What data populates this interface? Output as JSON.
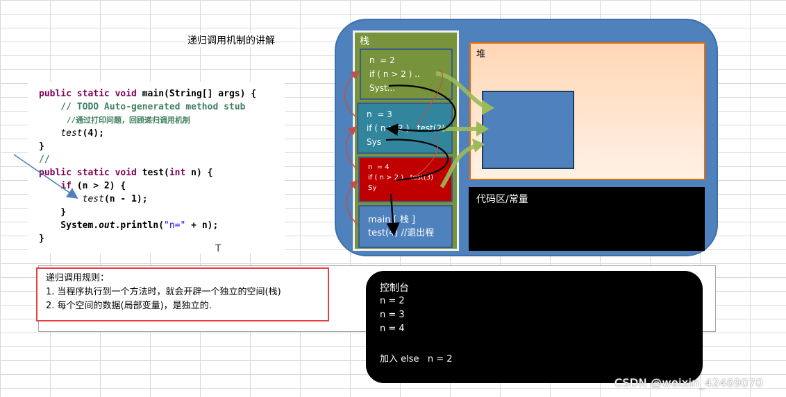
{
  "title": "递归调用机制的讲解",
  "code": {
    "lines": [
      [
        "public static void main(String[] args) {"
      ],
      [
        "    // TODO Auto-generated method stub"
      ],
      [
        "    //通过打印问题，回顾递归调用机制"
      ],
      [
        "    test(4);"
      ],
      [
        "}"
      ],
      [
        "//"
      ],
      [
        "public static void test(int n) {"
      ],
      [
        "    if (n > 2) {"
      ],
      [
        "        test(n - 1);"
      ],
      [
        "    }"
      ],
      [
        "    System.out.println(\"n=\" + n);"
      ],
      [
        "}"
      ]
    ],
    "cursor": "T"
  },
  "stack": {
    "label": "栈",
    "frames": [
      {
        "lines": [
          "n  = 2",
          "if ( n > 2 ) ..",
          "Syst..."
        ],
        "color": "#77933c"
      },
      {
        "lines": [
          "n  = 3",
          "if ( n > 2 ) ..test(2)",
          "Sys"
        ],
        "color": "#31859c"
      },
      {
        "lines": [
          "n  = 4",
          "if ( n > 2 ) ..test(3)",
          "Sy"
        ],
        "color": "#c00000"
      },
      {
        "lines": [
          "main [ 栈 ]",
          "test(4) //退出程"
        ],
        "color": "#4f81bd"
      }
    ]
  },
  "heap": {
    "label": "堆"
  },
  "code_area": {
    "label": "代码区/常量"
  },
  "rules": {
    "heading": "递归调用规则：",
    "items": [
      "1. 当程序执行到一个方法时，就会开辟一个独立的空间(栈)",
      "2. 每个空间的数据(局部变量)，是独立的."
    ]
  },
  "console": {
    "title": "控制台",
    "lines": [
      "n = 2",
      "n = 3",
      "n = 4",
      "",
      "加入 else   n = 2"
    ]
  },
  "watermark": "CSDN @weixin_42469070",
  "colors": {
    "memory_bg": "#4f81bd",
    "stack_bg": "#77933c",
    "frame_red": "#c00000",
    "frame_teal": "#31859c",
    "heap_border": "#e46c0a",
    "rules_border": "#e84040",
    "arrow_green": "#9bbb59",
    "arrow_red": "#c0504d"
  }
}
